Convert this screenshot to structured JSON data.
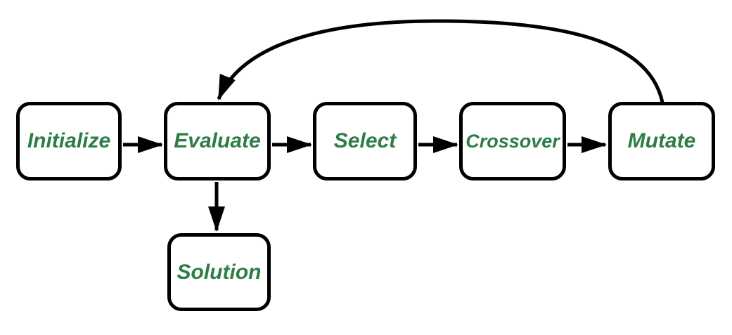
{
  "diagram": {
    "type": "flowchart",
    "colors": {
      "background": "#ffffff",
      "node_fill": "#ffffff",
      "node_border": "#000000",
      "node_text": "#2d7d46",
      "arrow": "#000000"
    },
    "nodes": [
      {
        "id": "initialize",
        "label": "Initialize"
      },
      {
        "id": "evaluate",
        "label": "Evaluate"
      },
      {
        "id": "select",
        "label": "Select"
      },
      {
        "id": "crossover",
        "label": "Crossover"
      },
      {
        "id": "mutate",
        "label": "Mutate"
      },
      {
        "id": "solution",
        "label": "Solution"
      }
    ],
    "edges": [
      {
        "from": "initialize",
        "to": "evaluate",
        "style": "straight"
      },
      {
        "from": "evaluate",
        "to": "select",
        "style": "straight"
      },
      {
        "from": "select",
        "to": "crossover",
        "style": "straight"
      },
      {
        "from": "crossover",
        "to": "mutate",
        "style": "straight"
      },
      {
        "from": "mutate",
        "to": "evaluate",
        "style": "curved-feedback-loop"
      },
      {
        "from": "evaluate",
        "to": "solution",
        "style": "straight"
      }
    ]
  }
}
